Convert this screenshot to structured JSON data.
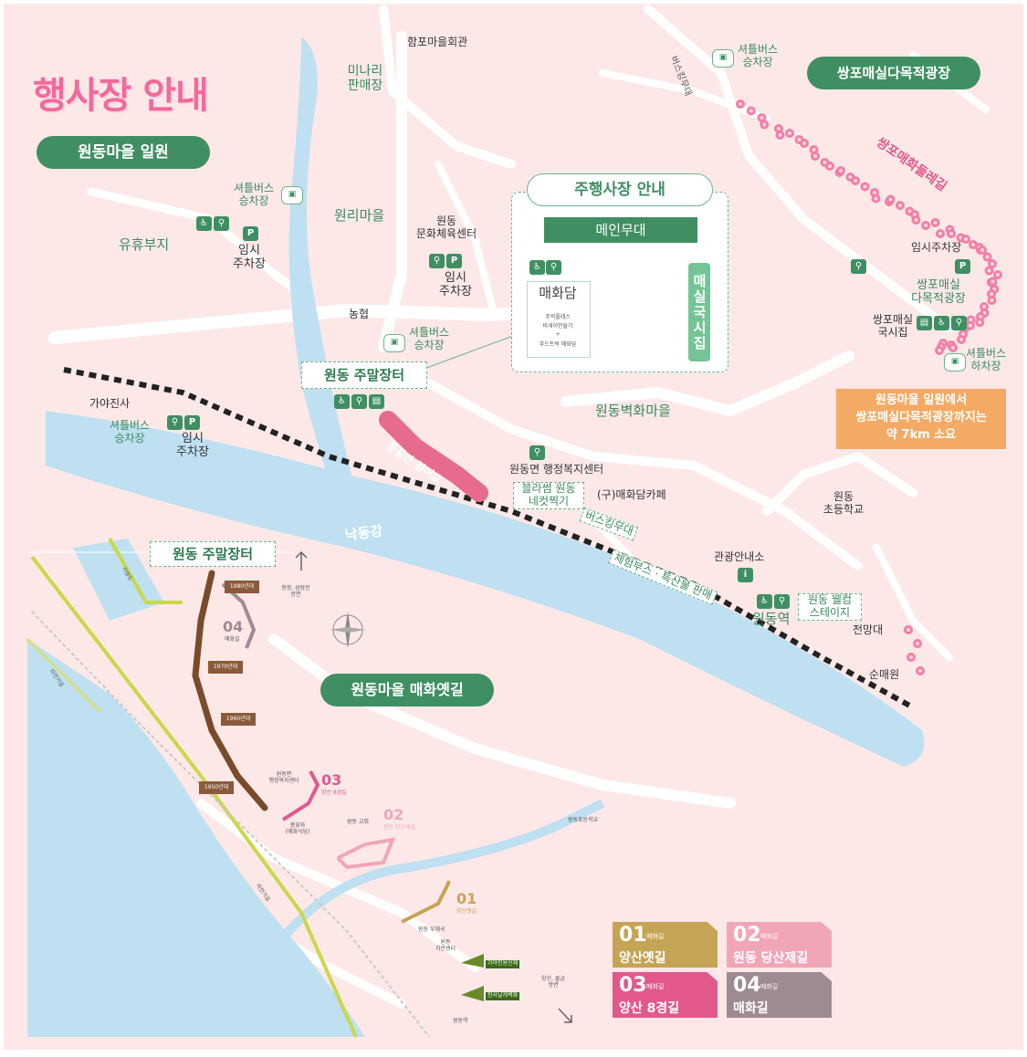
{
  "title": "행사장 안내",
  "sections": {
    "wondong_festival": "원동마을 일원",
    "ssangpo_plaza": "쌍포매실다목적광장",
    "main_event": "주행사장 안내",
    "maehwa_trail": "원동마을 매화옛길"
  },
  "inset": {
    "main_stage": "메인무대",
    "maehwadang": "매화담",
    "maehwadang_sub1": "주먹플레스",
    "maehwadang_sub2": "비게이만들기",
    "maehwadang_plus": "+",
    "maehwadang_sub3": "푸드트럭 매화담",
    "market": "매실국시집"
  },
  "places": {
    "hampo_hall": "함포마을회관",
    "minari": "미나리\n판매장",
    "shuttle_bus": "셔틀버스\n승차장",
    "yuhyu": "유휴부지",
    "temp_parking": "임시\n주차장",
    "wonri": "원리마을",
    "wondong_center": "원동\n문화체육센터",
    "nonghyup": "농협",
    "weekend_market": "원동 주말장터",
    "gayajinsa": "가야진사",
    "geoleo": "꽃길만 걸어요",
    "byeokhwa": "원동벽화마을",
    "admin_center": "원동면 행정복지센터",
    "photo_zone": "블라썸 원동\n네컷찍기",
    "cafe": "(구)매화담카페",
    "busking": "버스킹무대",
    "experience": "체험부스 · 특산물 판매",
    "tourist_info": "관광안내소",
    "wondong_station": "원동역",
    "welcome": "원동 웰컴\n스테이지",
    "school": "원동\n초등학교",
    "jeonmangdae": "전망대",
    "sunmaewon": "순매원",
    "river": "낙동강",
    "busking_top": "버스킹무대",
    "blossom_road": "쌍포매화둘레길",
    "temp_parking_right": "임시주차장",
    "ssangpo_plaza_label": "쌍포매실\n다목적광장",
    "ssangpo_kuksi": "쌍포매실\n국시집",
    "shuttle_drop": "셔틀버스\n하차장",
    "orange_note": "원동마을 일원에서\n쌍포매실다목적광장까지는\n약 7km 소요"
  },
  "trail": {
    "weekend_market": "원동 주말장터",
    "direction": "청정, 삼랑진\n방면",
    "dir2": "양산, 물금\n방면",
    "route04": "04",
    "route04_sub": "매화길",
    "era1": "1980년대",
    "era2": "1970년대",
    "era3": "1960년대",
    "era4": "1950년대",
    "route03": "03",
    "route03_sub": "양산 8경길",
    "route02": "02",
    "route02_sub": "원동 당산제길",
    "route01": "01",
    "route01_sub": "양산옛길",
    "admin": "원동면\n행정복지센터",
    "church": "원동 교회",
    "office": "종묘와\n(매화식당)",
    "school_small": "원동초등학교",
    "station_small": "원동역",
    "gaya_small": "원동 우체국",
    "clinic": "원동\n치안센터",
    "gate1": "가야진용신제",
    "gate2": "천사날개벽화",
    "road1": "지방도",
    "road2": "자전거길",
    "road3": "자전거길"
  },
  "routes": [
    {
      "num": "01",
      "sub": "매화길",
      "name": "양산옛길",
      "color": "#c6a456"
    },
    {
      "num": "02",
      "sub": "매화길",
      "name": "원동 당산제길",
      "color": "#f1a6b8"
    },
    {
      "num": "03",
      "sub": "매화길",
      "name": "양산 8경길",
      "color": "#e2588c"
    },
    {
      "num": "04",
      "sub": "매화길",
      "name": "매화길",
      "color": "#9e8b92"
    }
  ],
  "colors": {
    "background": "#fde8e8",
    "water": "#bfe0f1",
    "road": "#ffffff",
    "green": "#3f8f63",
    "pink": "#f06a9a",
    "rail": "#222222"
  }
}
